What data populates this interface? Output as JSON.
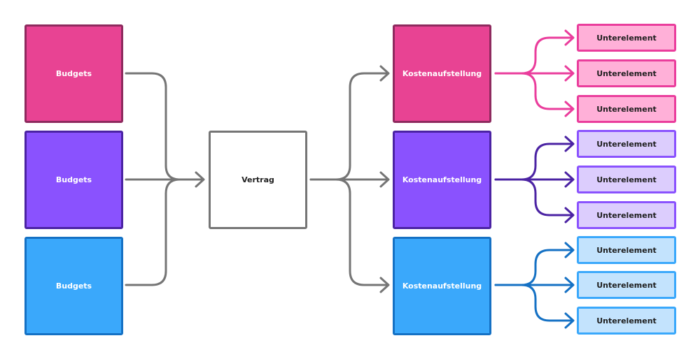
{
  "diagram": {
    "sources": [
      {
        "label": "Budgets",
        "color": "pink"
      },
      {
        "label": "Budgets",
        "color": "purple"
      },
      {
        "label": "Budgets",
        "color": "blue"
      }
    ],
    "center": {
      "label": "Vertrag"
    },
    "targets": [
      {
        "label": "Kostenaufstellung",
        "color": "pink",
        "children": [
          "Unterelement",
          "Unterelement",
          "Unterelement"
        ]
      },
      {
        "label": "Kostenaufstellung",
        "color": "purple",
        "children": [
          "Unterelement",
          "Unterelement",
          "Unterelement"
        ]
      },
      {
        "label": "Kostenaufstellung",
        "color": "blue",
        "children": [
          "Unterelement",
          "Unterelement",
          "Unterelement"
        ]
      }
    ]
  },
  "colors": {
    "connector_gray": "#757575",
    "pink_stroke": "#ea3d9c",
    "purple_stroke": "#4b23a3",
    "blue_stroke": "#1571c4"
  }
}
